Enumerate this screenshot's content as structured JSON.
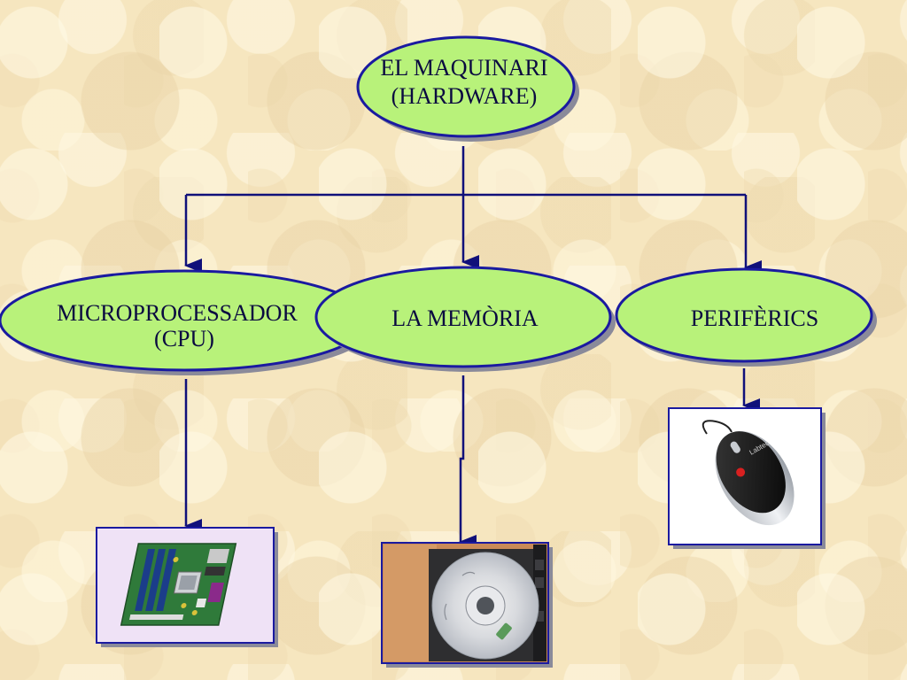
{
  "root": {
    "line1": "EL MAQUINARI",
    "line2": "(HARDWARE)"
  },
  "children": [
    {
      "line1": "MICROPROCESSADOR",
      "line2": "(CPU)",
      "image": "motherboard-photo"
    },
    {
      "line1": "LA MEMÒRIA",
      "image": "cd-disc-photo"
    },
    {
      "line1": "PERIFÈRICS",
      "image": "mouse-photo"
    }
  ],
  "mouse_brand": "Labtec",
  "colors": {
    "node_fill": "#b8f27a",
    "node_stroke": "#1a1aa0",
    "arrow": "#10107a",
    "shadow": "#8a8a9a",
    "image_border": "#1a1aa0"
  }
}
